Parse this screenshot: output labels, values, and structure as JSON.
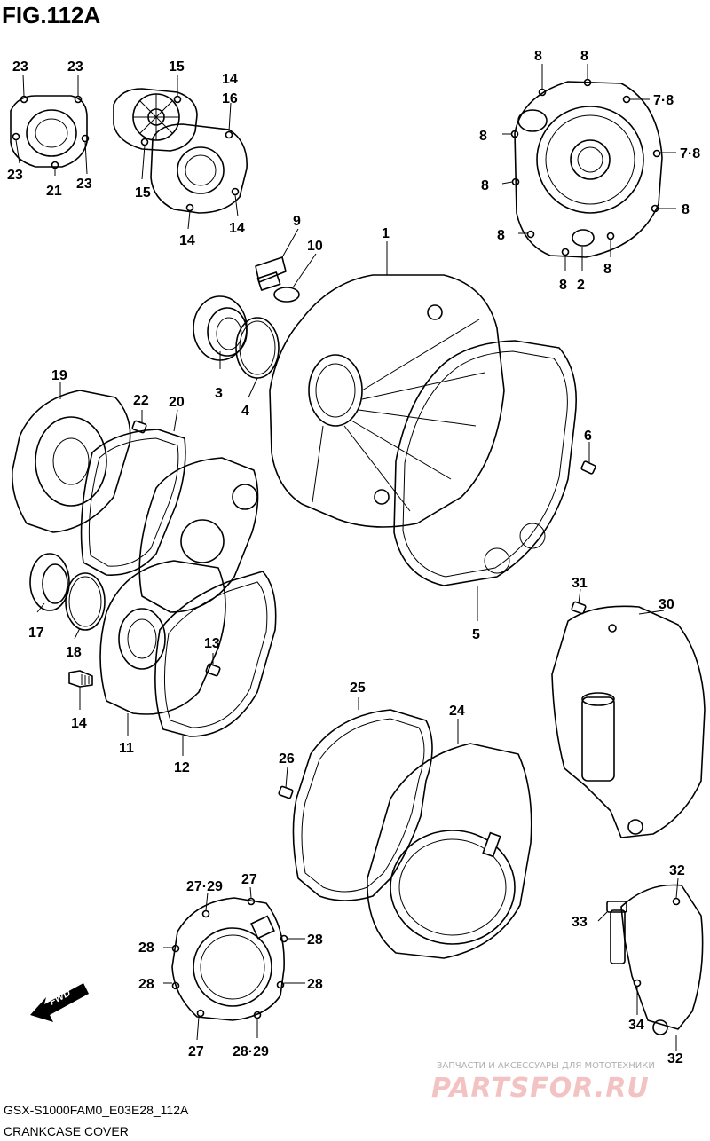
{
  "figure_title": "FIG.112A",
  "diagram_code": "GSX-S1000FAM0_E03E28_112A",
  "diagram_name": "CRANKCASE COVER",
  "watermark": {
    "tagline": "ЗАПЧАСТИ И АКСЕССУАРЫ ДЛЯ МОТОТЕХНИКИ",
    "brand": "PARTSFOR.RU"
  },
  "fwd_label": "FWD",
  "callouts": {
    "c23a": "23",
    "c23b": "23",
    "c23c": "23",
    "c23d": "23",
    "c21": "21",
    "c15a": "15",
    "c15b": "15",
    "c14a": "14",
    "c16": "16",
    "c14b": "14",
    "c14c": "14",
    "c8a": "8",
    "c8b": "8",
    "c78a": "7·8",
    "c8c": "8",
    "c78b": "7·8",
    "c8d": "8",
    "c8e": "8",
    "c8f": "8",
    "c8g": "8",
    "c8h": "8",
    "c2": "2",
    "c9": "9",
    "c10": "10",
    "c1": "1",
    "c3": "3",
    "c4": "4",
    "c19": "19",
    "c22": "22",
    "c20": "20",
    "c6": "6",
    "c5": "5",
    "c17": "17",
    "c18": "18",
    "c13": "13",
    "c14d": "14",
    "c11": "11",
    "c12": "12",
    "c31": "31",
    "c30": "30",
    "c25": "25",
    "c24": "24",
    "c26": "26",
    "c2729a": "27·29",
    "c27a": "27",
    "c28a": "28",
    "c28b": "28",
    "c28c": "28",
    "c28d": "28",
    "c27b": "27",
    "c2829": "28·29",
    "c32a": "32",
    "c33": "33",
    "c34": "34",
    "c32b": "32"
  }
}
